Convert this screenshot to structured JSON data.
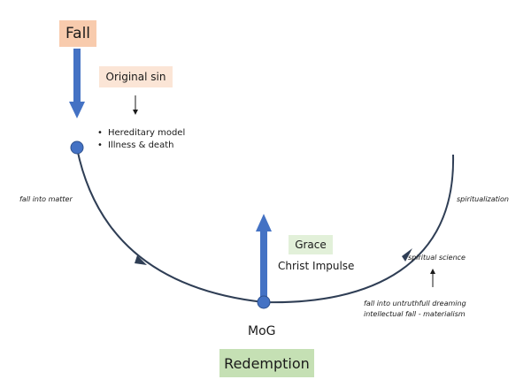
{
  "labels": {
    "fall": "Fall",
    "original_sin": "Original sin",
    "bullets": [
      "Hereditary model",
      "Illness & death"
    ],
    "fall_into_matter": "fall into matter",
    "grace": "Grace",
    "christ_impulse": "Christ Impulse",
    "mog": "MoG",
    "redemption": "Redemption",
    "spiritualization": "spiritualization",
    "spiritual_science": "spiritual science",
    "untruthful_line1": "fall into untruthfull dreaming",
    "untruthful_line2": "intellectual fall - materialism"
  },
  "colors": {
    "fall_box": "#f8cbad",
    "original_sin_box": "#fbe5d6",
    "grace_box": "#e2f0d9",
    "redemption_box": "#c5e0b4",
    "arrow_blue": "#4472c4",
    "curve": "#2f3e55"
  }
}
